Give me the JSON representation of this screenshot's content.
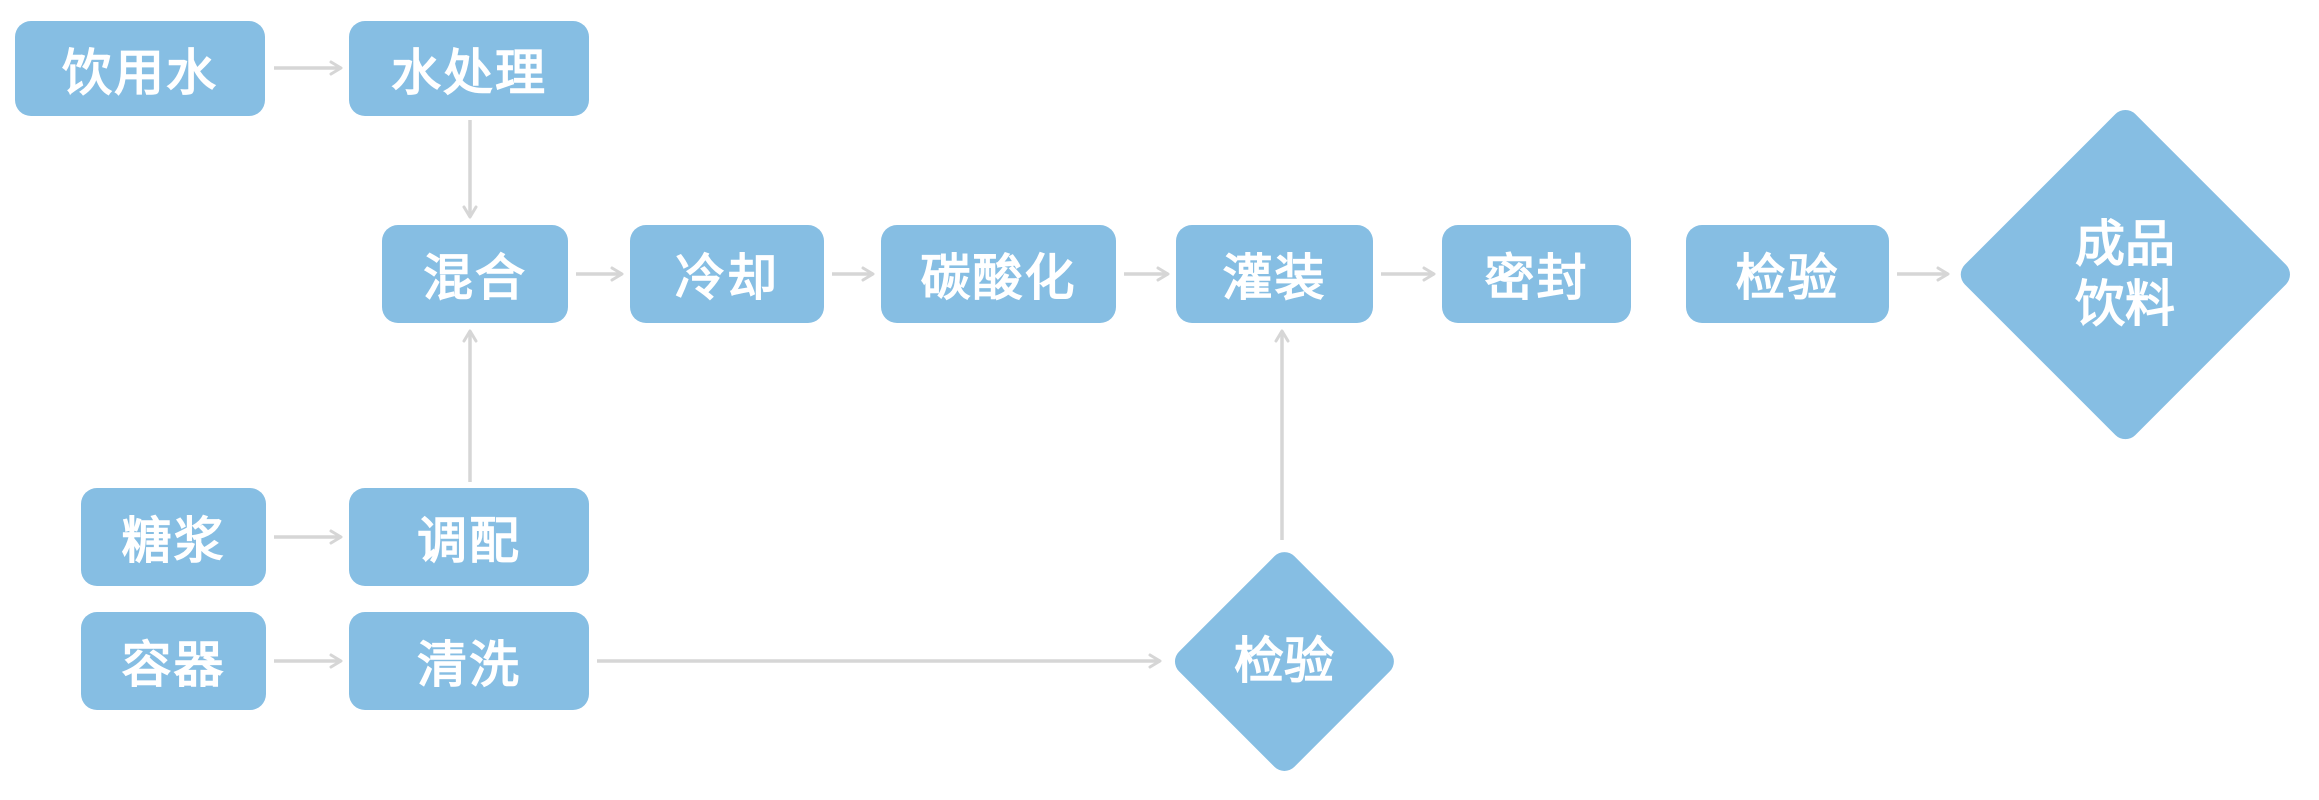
{
  "diagram": {
    "type": "flowchart",
    "direction": "left-to-right",
    "colors": {
      "node_fill": "#86BEE3",
      "node_text": "#ffffff",
      "connector": "#D6D6D6",
      "background": "#ffffff"
    },
    "nodes": {
      "drinking_water": {
        "label": "饮用水",
        "shape": "rounded-rect"
      },
      "water_treatment": {
        "label": "水处理",
        "shape": "rounded-rect"
      },
      "mixing": {
        "label": "混合",
        "shape": "rounded-rect"
      },
      "cooling": {
        "label": "冷却",
        "shape": "rounded-rect"
      },
      "carbonation": {
        "label": "碳酸化",
        "shape": "rounded-rect"
      },
      "filling": {
        "label": "灌装",
        "shape": "rounded-rect"
      },
      "sealing": {
        "label": "密封",
        "shape": "rounded-rect"
      },
      "final_inspection": {
        "label": "检验",
        "shape": "rounded-rect"
      },
      "finished_beverage": {
        "label": "成品\n饮料",
        "shape": "diamond"
      },
      "syrup": {
        "label": "糖浆",
        "shape": "rounded-rect"
      },
      "blending": {
        "label": "调配",
        "shape": "rounded-rect"
      },
      "container": {
        "label": "容器",
        "shape": "rounded-rect"
      },
      "washing": {
        "label": "清洗",
        "shape": "rounded-rect"
      },
      "container_inspection": {
        "label": "检验",
        "shape": "diamond"
      }
    },
    "edges": [
      {
        "from": "drinking_water",
        "to": "water_treatment"
      },
      {
        "from": "water_treatment",
        "to": "mixing"
      },
      {
        "from": "syrup",
        "to": "blending"
      },
      {
        "from": "blending",
        "to": "mixing"
      },
      {
        "from": "mixing",
        "to": "cooling"
      },
      {
        "from": "cooling",
        "to": "carbonation"
      },
      {
        "from": "carbonation",
        "to": "filling"
      },
      {
        "from": "filling",
        "to": "sealing"
      },
      {
        "from": "container",
        "to": "washing"
      },
      {
        "from": "washing",
        "to": "container_inspection"
      },
      {
        "from": "container_inspection",
        "to": "filling"
      },
      {
        "from": "final_inspection",
        "to": "finished_beverage"
      }
    ]
  }
}
